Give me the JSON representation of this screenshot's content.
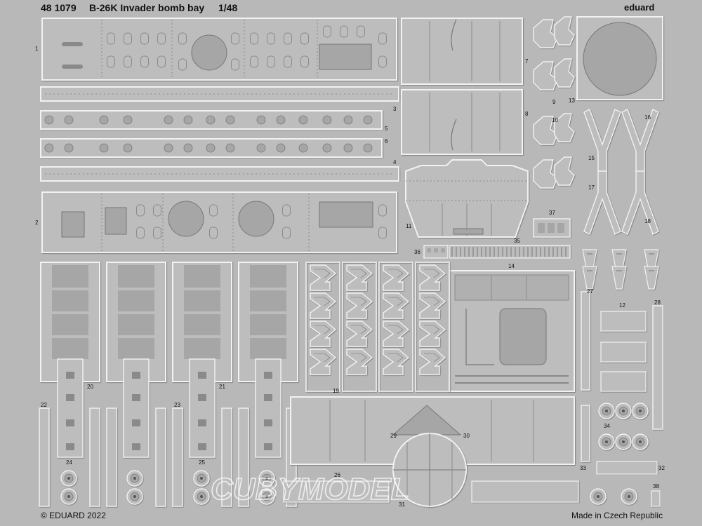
{
  "header": {
    "catalog_number": "48 1079",
    "title": "B-26K Invader bomb bay",
    "scale": "1/48",
    "brand": "eduard"
  },
  "footer": {
    "copyright": "© EDUARD 2022",
    "origin": "Made in Czech Republic"
  },
  "watermark": {
    "text": "CUBYMODEL"
  },
  "part_numbers": [
    "1",
    "2",
    "3",
    "4",
    "5",
    "6",
    "7",
    "8",
    "9",
    "10",
    "11",
    "12",
    "13",
    "14",
    "15",
    "16",
    "17",
    "18",
    "19",
    "20",
    "21",
    "22",
    "23",
    "24",
    "25",
    "26",
    "27",
    "28",
    "29",
    "30",
    "31",
    "32",
    "33",
    "34",
    "35",
    "36",
    "37",
    "38"
  ],
  "colors": {
    "fret": "#b8b8b8",
    "part_fill": "#bdbdbd",
    "part_edge": "#f2f2f2",
    "dark_line": "#555555",
    "solid_area": "#a6a6a6"
  }
}
